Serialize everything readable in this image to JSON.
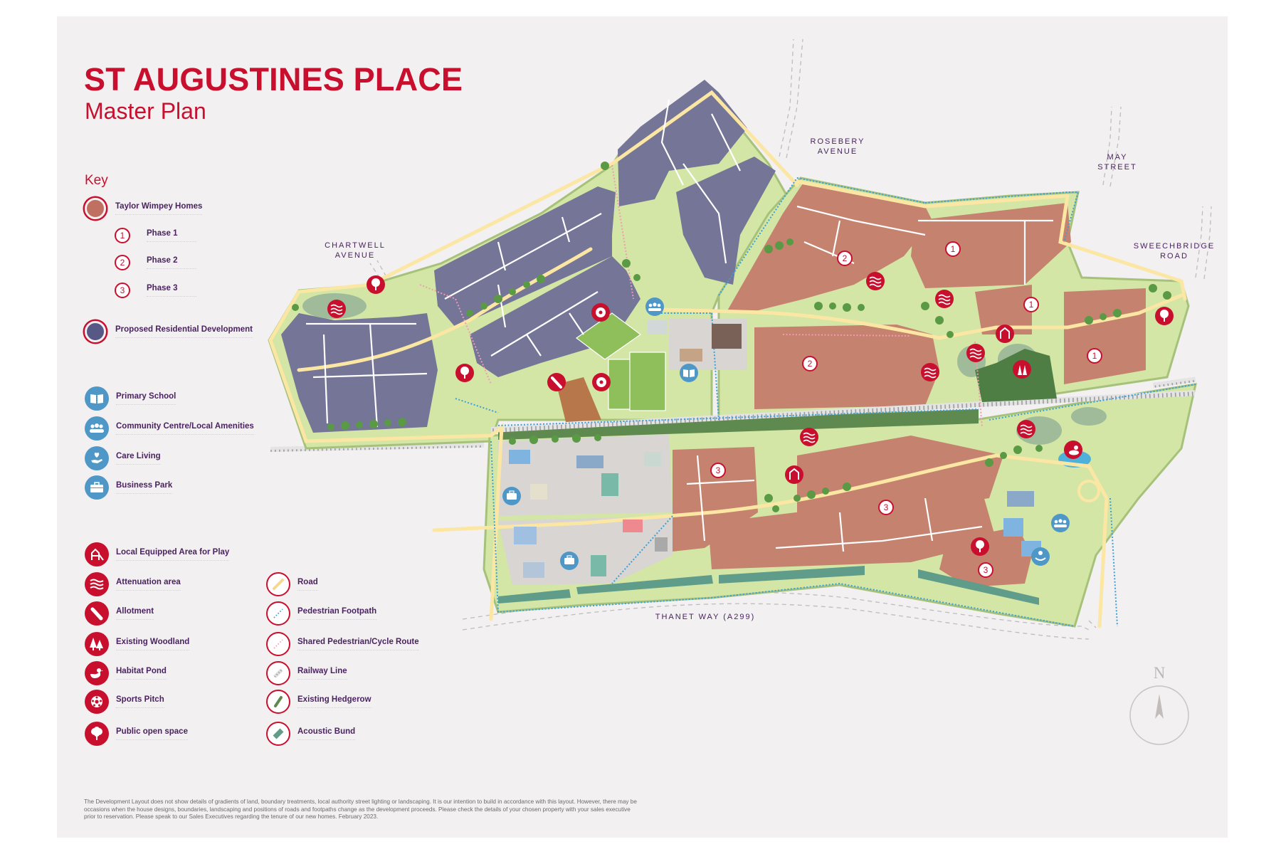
{
  "header": {
    "title": "ST AUGUSTINES PLACE",
    "subtitle": "Master Plan"
  },
  "key": {
    "title": "Key",
    "developments": [
      {
        "label": "Taylor Wimpey Homes",
        "icon": "taylor-wimpey-swatch",
        "color": "#c07060"
      },
      {
        "label": "Proposed Residential Development",
        "icon": "proposed-residential-swatch",
        "color": "#575886"
      }
    ],
    "phases": [
      {
        "number": "1",
        "label": "Phase 1"
      },
      {
        "number": "2",
        "label": "Phase 2"
      },
      {
        "number": "3",
        "label": "Phase 3"
      }
    ],
    "amenities": [
      {
        "label": "Primary School",
        "icon": "book-icon",
        "color": "#4f97c7"
      },
      {
        "label": "Community Centre/Local Amenities",
        "icon": "people-icon",
        "color": "#4f97c7"
      },
      {
        "label": "Care Living",
        "icon": "heart-hand-icon",
        "color": "#4f97c7"
      },
      {
        "label": "Business Park",
        "icon": "briefcase-icon",
        "color": "#4f97c7"
      }
    ],
    "features": [
      {
        "label": "Local Equipped Area for Play",
        "icon": "playground-icon",
        "color": "#c8102e"
      },
      {
        "label": "Attenuation area",
        "icon": "waves-icon",
        "color": "#c8102e"
      },
      {
        "label": "Allotment",
        "icon": "carrot-icon",
        "color": "#c8102e"
      },
      {
        "label": "Existing Woodland",
        "icon": "trees-icon",
        "color": "#c8102e"
      },
      {
        "label": "Habitat Pond",
        "icon": "duck-icon",
        "color": "#c8102e"
      },
      {
        "label": "Sports Pitch",
        "icon": "football-icon",
        "color": "#c8102e"
      },
      {
        "label": "Public open space",
        "icon": "tree-icon",
        "color": "#c8102e"
      }
    ],
    "routes": [
      {
        "label": "Road",
        "icon": "road-swatch"
      },
      {
        "label": "Pedestrian Footpath",
        "icon": "footpath-swatch"
      },
      {
        "label": "Shared Pedestrian/Cycle Route",
        "icon": "cycle-route-swatch"
      },
      {
        "label": "Railway Line",
        "icon": "railway-swatch"
      },
      {
        "label": "Existing Hedgerow",
        "icon": "hedgerow-swatch"
      },
      {
        "label": "Acoustic Bund",
        "icon": "acoustic-bund-swatch"
      }
    ]
  },
  "map": {
    "road_labels": {
      "chartwell_1": "CHARTWELL",
      "chartwell_2": "AVENUE",
      "rosebery_1": "ROSEBERY",
      "rosebery_2": "AVENUE",
      "may_1": "MAY",
      "may_2": "STREET",
      "sweechbridge_1": "SWEECHBRIDGE",
      "sweechbridge_2": "ROAD",
      "thanet": "THANET WAY (A299)"
    },
    "phase_markers": [
      "1",
      "1",
      "1",
      "1",
      "2",
      "2",
      "3",
      "3",
      "3"
    ],
    "compass_label": "N"
  },
  "colors": {
    "brand_red": "#c8102e",
    "taylor_wimpey": "#c07060",
    "proposed_residential": "#575886",
    "amenity_blue": "#4f97c7",
    "green_space": "#d4e6a5",
    "background": "#f2f0f1"
  },
  "footer": {
    "disclaimer": "The Development Layout does not show details of gradients of land, boundary treatments, local authority street lighting or landscaping. It is our intention to build in accordance with this layout. However, there may be occasions when the house designs, boundaries, landscaping and positions of roads and footpaths change as the development proceeds. Please check the details of your chosen property with your sales executive prior to reservation. Please speak to our Sales Executives regarding the tenure of our new homes. February 2023."
  }
}
